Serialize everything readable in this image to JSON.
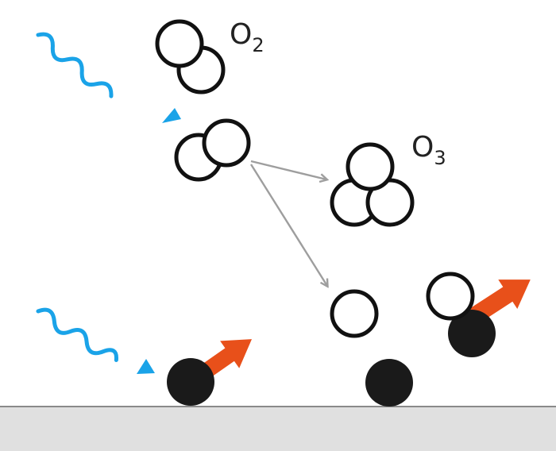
{
  "labels": {
    "o2": {
      "base": "O",
      "sub": "2"
    },
    "o3": {
      "base": "O",
      "sub": "3"
    }
  },
  "colors": {
    "photon": "#1aa3e8",
    "motion_arrow": "#e8501a",
    "reaction_arrow": "#9e9e9e",
    "atom_outline": "#111111",
    "adsorbed_atom": "#1a1a1a",
    "surface_fill": "#e0e0e0",
    "surface_edge": "#8a8a8a"
  },
  "icons": [
    "photon-wave-icon",
    "oxygen-atom-icon",
    "surface-atom-icon",
    "motion-arrow-icon",
    "reaction-arrow-icon"
  ]
}
